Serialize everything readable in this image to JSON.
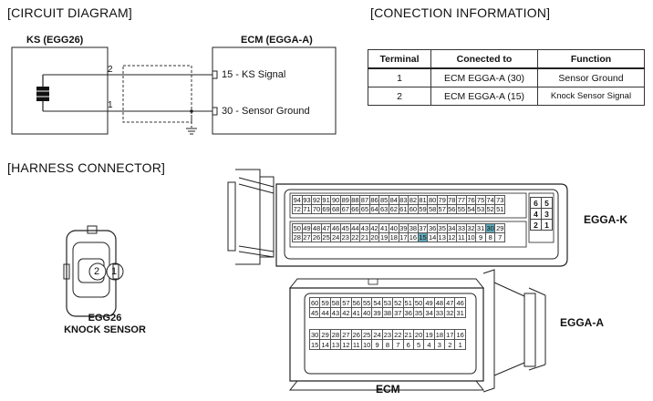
{
  "sections": {
    "circuit": "[CIRCUIT DIAGRAM]",
    "connection": "[CONECTION INFORMATION]",
    "harness": "[HARNESS CONNECTOR]"
  },
  "circuit": {
    "ks_title": "KS (EGG26)",
    "ecm_title": "ECM (EGGA-A)",
    "wire_pin_top": "2",
    "wire_pin_bottom": "1",
    "ecm_signal": "15 - KS Signal",
    "ecm_ground": "30 - Sensor Ground"
  },
  "connection_table": {
    "headers": [
      "Terminal",
      "Conected to",
      "Function"
    ],
    "rows": [
      [
        "1",
        "ECM EGGA-A (30)",
        "Sensor Ground"
      ],
      [
        "2",
        "ECM EGGA-A (15)",
        "Knock Sensor Signal"
      ]
    ]
  },
  "harness": {
    "ks_pins": [
      "2",
      "1"
    ],
    "ks_caption_1": "EGG26",
    "ks_caption_2": "KNOCK SENSOR",
    "egga_k_label": "EGGA-K",
    "egga_a_label": "EGGA-A",
    "ecm_label": "ECM",
    "egga_k": {
      "rows": [
        [
          "94",
          "93",
          "92",
          "91",
          "90",
          "89",
          "88",
          "87",
          "86",
          "85",
          "84",
          "83",
          "82",
          "81",
          "80",
          "79",
          "78",
          "77",
          "76",
          "75",
          "74",
          "73"
        ],
        [
          "72",
          "71",
          "70",
          "69",
          "68",
          "67",
          "66",
          "65",
          "64",
          "63",
          "62",
          "61",
          "60",
          "59",
          "58",
          "57",
          "56",
          "55",
          "54",
          "53",
          "52",
          "51"
        ],
        [
          "50",
          "49",
          "48",
          "47",
          "46",
          "45",
          "44",
          "43",
          "42",
          "41",
          "40",
          "39",
          "38",
          "37",
          "36",
          "35",
          "34",
          "33",
          "32",
          "31",
          "30",
          "29"
        ],
        [
          "28",
          "27",
          "26",
          "25",
          "24",
          "23",
          "22",
          "21",
          "20",
          "19",
          "18",
          "17",
          "16",
          "15",
          "14",
          "13",
          "12",
          "11",
          "10",
          "9",
          "8",
          "7"
        ]
      ],
      "highlighted": [
        "30",
        "15"
      ],
      "side_pins": [
        [
          "6",
          "5"
        ],
        [
          "4",
          "3"
        ],
        [
          "2",
          "1"
        ]
      ]
    },
    "egga_a": {
      "rows": [
        [
          "60",
          "59",
          "58",
          "57",
          "56",
          "55",
          "54",
          "53",
          "52",
          "51",
          "50",
          "49",
          "48",
          "47",
          "46"
        ],
        [
          "45",
          "44",
          "43",
          "42",
          "41",
          "40",
          "39",
          "38",
          "37",
          "36",
          "35",
          "34",
          "33",
          "32",
          "31"
        ],
        [
          "30",
          "29",
          "28",
          "27",
          "26",
          "25",
          "24",
          "23",
          "22",
          "21",
          "20",
          "19",
          "18",
          "17",
          "16"
        ],
        [
          "15",
          "14",
          "13",
          "12",
          "11",
          "10",
          "9",
          "8",
          "7",
          "6",
          "5",
          "4",
          "3",
          "2",
          "1"
        ]
      ]
    }
  }
}
